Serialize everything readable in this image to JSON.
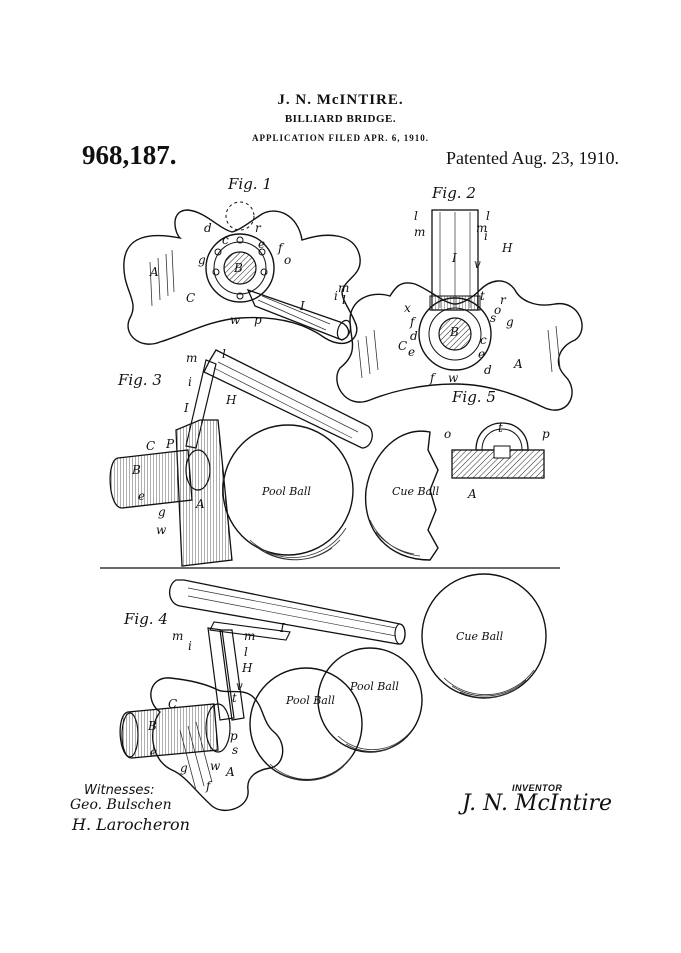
{
  "header": {
    "inventor_name": "J. N. McINTIRE.",
    "title": "BILLIARD BRIDGE.",
    "application_filed": "APPLICATION FILED APR. 6, 1910.",
    "patent_number": "968,187.",
    "patented_date": "Patented Aug. 23, 1910."
  },
  "figures": {
    "fig1": "Fig. 1",
    "fig2": "Fig. 2",
    "fig3": "Fig. 3",
    "fig4": "Fig. 4",
    "fig5": "Fig. 5"
  },
  "balls": {
    "pool_ball": "Pool Ball",
    "cue_ball": "Cue Ball"
  },
  "reference_letters": {
    "fig1": [
      "d",
      "c",
      "r",
      "e",
      "g",
      "o",
      "f",
      "B",
      "A",
      "C",
      "I",
      "m",
      "i",
      "l",
      "w",
      "p"
    ],
    "fig2": [
      "l",
      "m",
      "l",
      "m",
      "i",
      "H",
      "I",
      "v",
      "x",
      "t",
      "f",
      "o",
      "r",
      "s",
      "g",
      "d",
      "C",
      "B",
      "c",
      "e",
      "e",
      "f",
      "w",
      "d",
      "A"
    ],
    "fig3": [
      "m",
      "l",
      "i",
      "I",
      "H",
      "C",
      "P",
      "B",
      "e",
      "g",
      "A",
      "w"
    ],
    "fig5": [
      "o",
      "t",
      "p",
      "A"
    ],
    "fig4": [
      "m",
      "i",
      "m",
      "I",
      "l",
      "H",
      "v",
      "t",
      "C",
      "B",
      "e",
      "p",
      "s",
      "g",
      "w",
      "f",
      "A"
    ]
  },
  "signatures": {
    "witnesses_label": "Witnesses:",
    "witness_1": "Geo. Bulschen",
    "witness_2": "H. Larocheron",
    "inventor_label": "INVENTOR",
    "inventor_signature": "J. N. McIntire"
  }
}
